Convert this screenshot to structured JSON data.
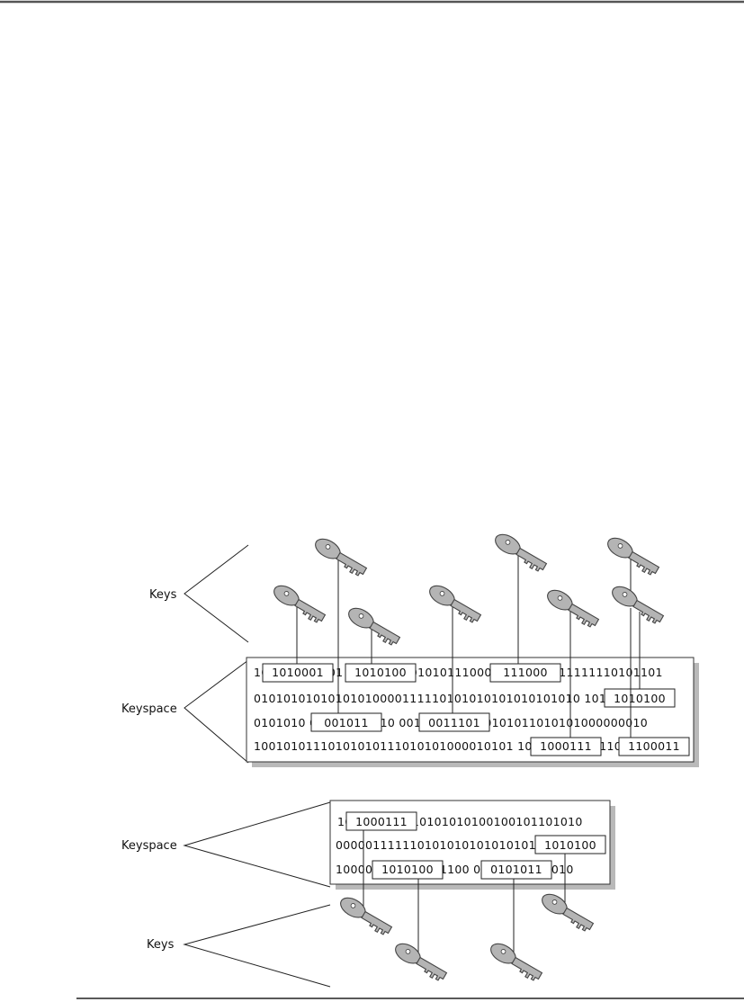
{
  "diagram1": {
    "label_keys": "Keys",
    "label_keyspace": "Keyspace",
    "rows": [
      "10 1010001 01 1010100 1010101110001 111000 111111110101101",
      "01010101010101010000111110101010101010101010 1010100",
      "0101010 001011 11110 0011101 10000101011010101000000010",
      "10010101110101010111010101000010101 1000111 001 1100011"
    ],
    "boxes": [
      "1010001",
      "1010100",
      "111000",
      "1010100",
      "001011",
      "0011101",
      "1000111",
      "1100011"
    ]
  },
  "diagram2": {
    "label_keys": "Keys",
    "label_keyspace": "Keyspace",
    "rows": [
      "10 1000111 10101010100100101101010",
      "000001111110101010101010101 1010100",
      "10000 1010100 11100 0101011 101010"
    ],
    "boxes": [
      "1000111",
      "1010100",
      "1010100",
      "0101011"
    ]
  },
  "icons": {
    "key": "key-icon"
  },
  "colors": {
    "key_fill": "#b4b4b4",
    "key_stroke": "#444444",
    "box_shadow": "#b9b9b9"
  }
}
